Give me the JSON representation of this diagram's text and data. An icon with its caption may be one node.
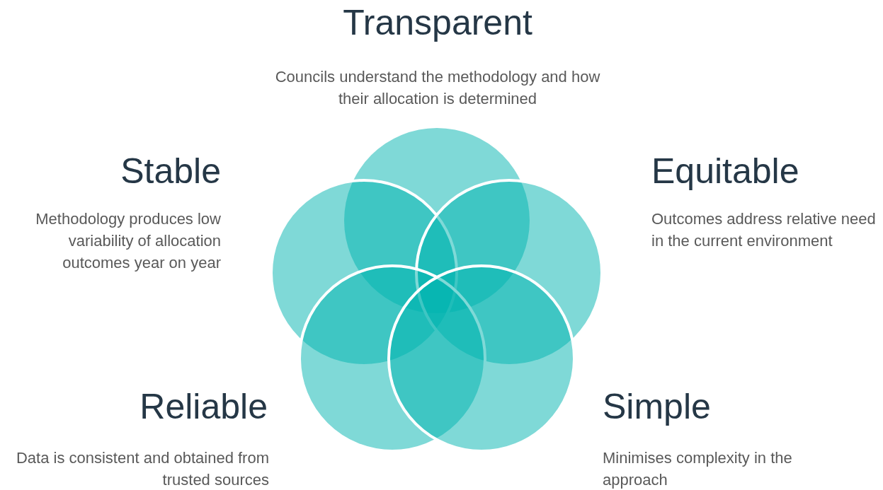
{
  "diagram": {
    "nodes": [
      {
        "text": [],
        "shape": "circle"
      },
      {
        "text": [],
        "shape": "circle"
      },
      {
        "text": [],
        "shape": "circle"
      },
      {
        "text": [],
        "shape": "circle"
      },
      {
        "text": [],
        "shape": "circle"
      }
    ],
    "labels": [
      "Transparent",
      "Councils understand the methodology and how their allocation is determined",
      "Stable",
      "Methodology produces low variability of allocation outcomes year on year",
      "Equitable",
      "Outcomes address relative need in the current environment",
      "Reliable",
      "Data is consistent and obtained from trusted sources",
      "Simple",
      "Minimises complexity in the approach"
    ]
  }
}
